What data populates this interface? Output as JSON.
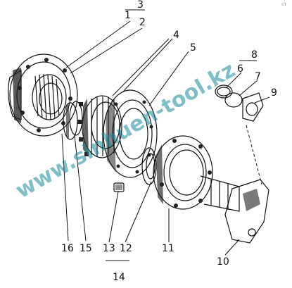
{
  "diagram": {
    "callouts": [
      "1",
      "2",
      "3",
      "4",
      "5",
      "6",
      "7",
      "8",
      "9",
      "10",
      "11",
      "12",
      "13",
      "14",
      "15",
      "16"
    ],
    "watermark": "www.sinhuen-tool.kz",
    "corner_mark": "ст"
  }
}
